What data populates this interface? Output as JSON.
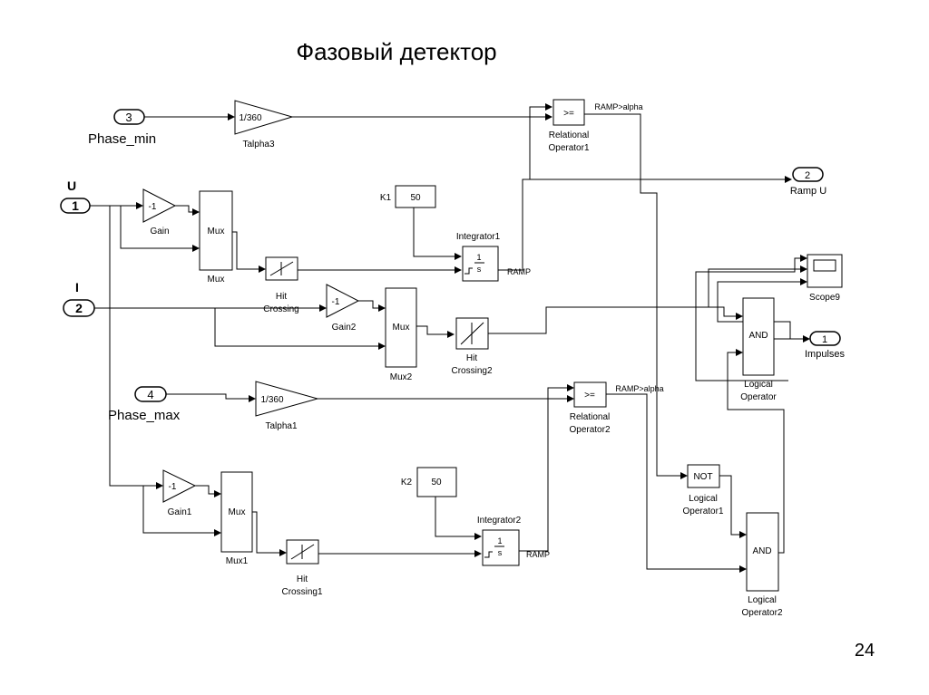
{
  "title": "Фазовый детектор",
  "page_number": "24",
  "inports": {
    "u": {
      "letter": "U",
      "num": "1"
    },
    "i": {
      "letter": "I",
      "num": "2"
    },
    "phase_min": {
      "num": "3",
      "label": "Phase_min"
    },
    "phase_max": {
      "num": "4",
      "label": "Phase_max"
    }
  },
  "outports": {
    "ramp_u": {
      "num": "2",
      "label": "Ramp U"
    },
    "impulses": {
      "num": "1",
      "label": "Impulses"
    }
  },
  "blocks": {
    "talpha3": {
      "value": "1/360",
      "label": "Talpha3"
    },
    "talpha1": {
      "value": "1/360",
      "label": "Talpha1"
    },
    "gain": {
      "value": "-1",
      "label": "Gain"
    },
    "gain1": {
      "value": "-1",
      "label": "Gain1"
    },
    "gain2": {
      "value": "-1",
      "label": "Gain2"
    },
    "mux": {
      "text": "Mux",
      "label": "Mux"
    },
    "mux1": {
      "text": "Mux",
      "label": "Mux1"
    },
    "mux2": {
      "text": "Mux",
      "label": "Mux2"
    },
    "hit": {
      "label1": "Hit",
      "label2": "Crossing"
    },
    "hit1": {
      "label1": "Hit",
      "label2": "Crossing1"
    },
    "hit2": {
      "label1": "Hit",
      "label2": "Crossing2"
    },
    "k1": {
      "name": "K1",
      "value": "50"
    },
    "k2": {
      "name": "K2",
      "value": "50"
    },
    "integrator1": {
      "label": "Integrator1",
      "num": "1",
      "den": "s"
    },
    "integrator2": {
      "label": "Integrator2",
      "num": "1",
      "den": "s"
    },
    "relop1": {
      "op": ">=",
      "label1": "Relational",
      "label2": "Operator1"
    },
    "relop2": {
      "op": ">=",
      "label1": "Relational",
      "label2": "Operator2"
    },
    "logic_and": {
      "op": "AND",
      "label1": "Logical",
      "label2": "Operator"
    },
    "logic_not": {
      "op": "NOT",
      "label1": "Logical",
      "label2": "Operator1"
    },
    "logic_and2": {
      "op": "AND",
      "label1": "Logical",
      "label2": "Operator2"
    },
    "scope": {
      "label": "Scope9"
    }
  },
  "signals": {
    "ramp_alpha1": "RAMP>alpha",
    "ramp_alpha2": "RAMP>alpha",
    "ramp1": "RAMP",
    "ramp2": "RAMP"
  }
}
